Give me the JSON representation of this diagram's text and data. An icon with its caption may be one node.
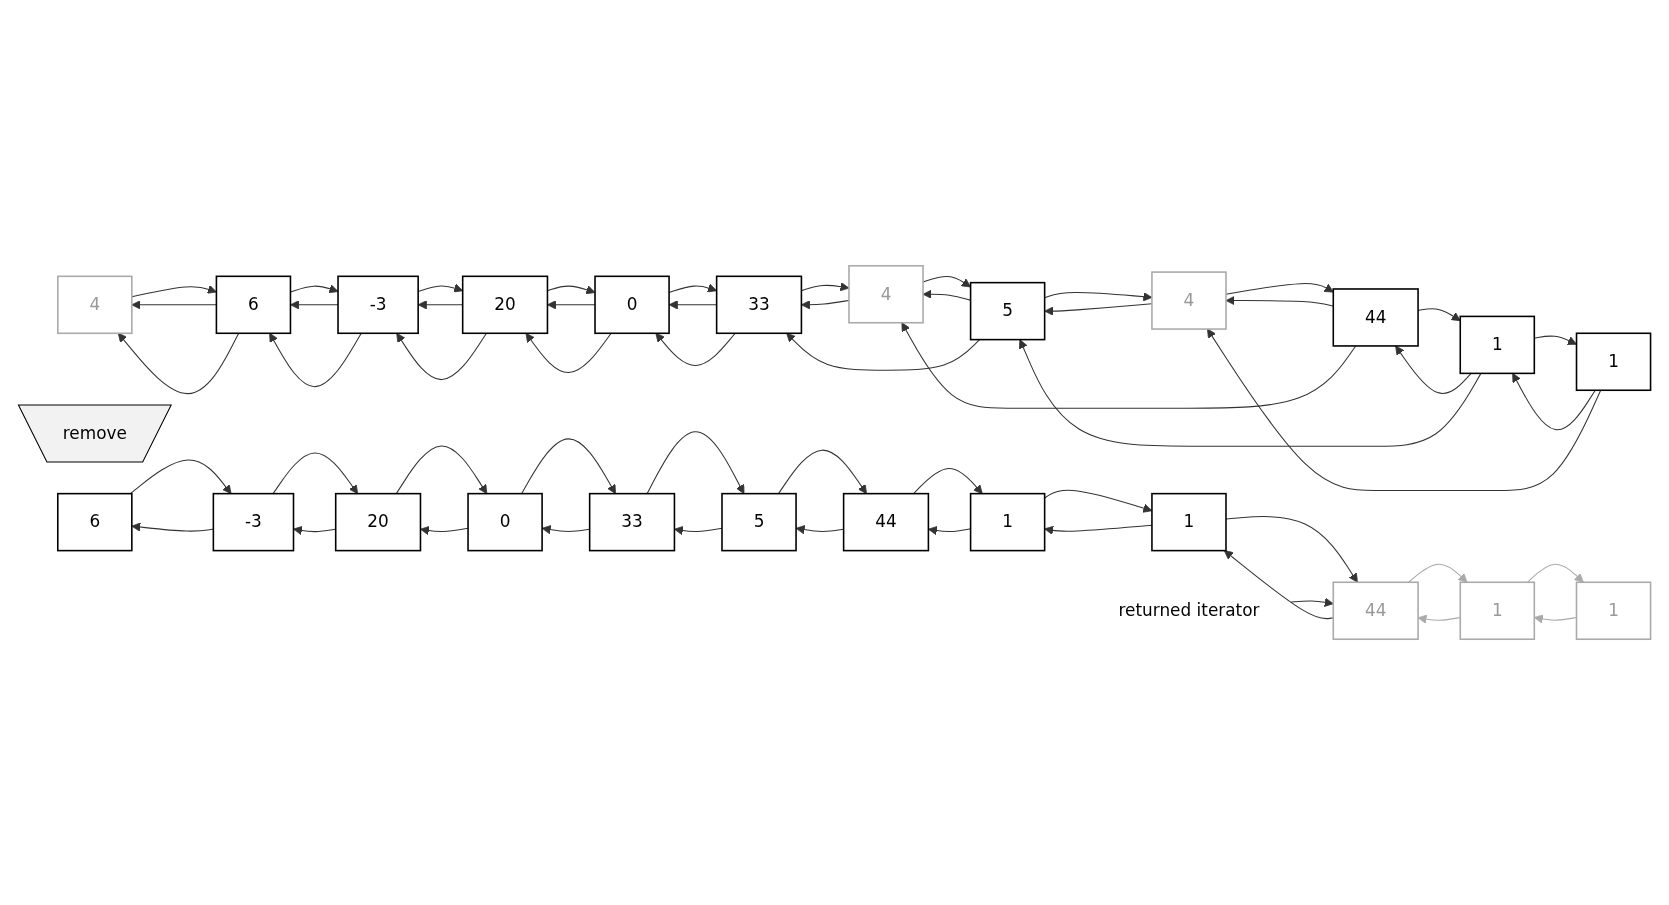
{
  "diagram": {
    "nodes": [
      {
        "text": [
          "4"
        ]
      },
      {
        "text": [
          "6"
        ]
      },
      {
        "text": [
          "-3"
        ]
      },
      {
        "text": [
          "20"
        ]
      },
      {
        "text": [
          "0"
        ]
      },
      {
        "text": [
          "33"
        ]
      },
      {
        "text": [
          "4"
        ]
      },
      {
        "text": [
          "5"
        ]
      },
      {
        "text": [
          "4"
        ]
      },
      {
        "text": [
          "44"
        ]
      },
      {
        "text": [
          "1"
        ]
      },
      {
        "text": [
          "1"
        ]
      },
      {
        "text": [
          "remove"
        ]
      },
      {
        "text": [
          "6"
        ]
      },
      {
        "text": [
          "-3"
        ]
      },
      {
        "text": [
          "20"
        ]
      },
      {
        "text": [
          "0"
        ]
      },
      {
        "text": [
          "33"
        ]
      },
      {
        "text": [
          "5"
        ]
      },
      {
        "text": [
          "44"
        ]
      },
      {
        "text": [
          "1"
        ]
      },
      {
        "text": [
          "1"
        ]
      },
      {
        "text": [
          "44"
        ]
      },
      {
        "text": [
          "1"
        ]
      },
      {
        "text": [
          "1"
        ]
      },
      {
        "text": [
          "returned iterator"
        ]
      }
    ],
    "edges": [
      {
        "from": 0,
        "to": 1,
        "arrow": "to"
      },
      {
        "from": 1,
        "to": 0,
        "arrow": "to"
      },
      {
        "from": 1,
        "to": 2,
        "arrow": "to"
      },
      {
        "from": 2,
        "to": 1,
        "arrow": "to"
      },
      {
        "from": 2,
        "to": 3,
        "arrow": "to"
      },
      {
        "from": 3,
        "to": 2,
        "arrow": "to"
      },
      {
        "from": 3,
        "to": 4,
        "arrow": "to"
      },
      {
        "from": 4,
        "to": 3,
        "arrow": "to"
      },
      {
        "from": 4,
        "to": 5,
        "arrow": "to"
      },
      {
        "from": 5,
        "to": 4,
        "arrow": "to"
      },
      {
        "from": 5,
        "to": 6,
        "arrow": "to"
      },
      {
        "from": 6,
        "to": 5,
        "arrow": "to"
      },
      {
        "from": 6,
        "to": 7,
        "arrow": "to"
      },
      {
        "from": 7,
        "to": 6,
        "arrow": "to"
      },
      {
        "from": 7,
        "to": 8,
        "arrow": "to"
      },
      {
        "from": 8,
        "to": 7,
        "arrow": "to"
      },
      {
        "from": 8,
        "to": 9,
        "arrow": "to"
      },
      {
        "from": 9,
        "to": 8,
        "arrow": "to"
      },
      {
        "from": 9,
        "to": 10,
        "arrow": "to"
      },
      {
        "from": 10,
        "to": 9,
        "arrow": "to"
      },
      {
        "from": 10,
        "to": 11,
        "arrow": "to"
      },
      {
        "from": 11,
        "to": 10,
        "arrow": "to"
      },
      {
        "from": 1,
        "to": 0,
        "arrow": "to"
      },
      {
        "from": 2,
        "to": 1,
        "arrow": "to"
      },
      {
        "from": 3,
        "to": 2,
        "arrow": "to"
      },
      {
        "from": 4,
        "to": 3,
        "arrow": "to"
      },
      {
        "from": 5,
        "to": 4,
        "arrow": "to"
      },
      {
        "from": 7,
        "to": 5,
        "arrow": "to"
      },
      {
        "from": 9,
        "to": 6,
        "arrow": "to"
      },
      {
        "from": 10,
        "to": 7,
        "arrow": "to"
      },
      {
        "from": 11,
        "to": 8,
        "arrow": "to"
      },
      {
        "from": 13,
        "to": 14,
        "arrow": "to"
      },
      {
        "from": 14,
        "to": 13,
        "arrow": "to"
      },
      {
        "from": 14,
        "to": 15,
        "arrow": "to"
      },
      {
        "from": 15,
        "to": 14,
        "arrow": "to"
      },
      {
        "from": 15,
        "to": 16,
        "arrow": "to"
      },
      {
        "from": 16,
        "to": 15,
        "arrow": "to"
      },
      {
        "from": 16,
        "to": 17,
        "arrow": "to"
      },
      {
        "from": 17,
        "to": 16,
        "arrow": "to"
      },
      {
        "from": 17,
        "to": 18,
        "arrow": "to"
      },
      {
        "from": 18,
        "to": 17,
        "arrow": "to"
      },
      {
        "from": 18,
        "to": 19,
        "arrow": "to"
      },
      {
        "from": 19,
        "to": 18,
        "arrow": "to"
      },
      {
        "from": 19,
        "to": 20,
        "arrow": "to"
      },
      {
        "from": 20,
        "to": 19,
        "arrow": "to"
      },
      {
        "from": 20,
        "to": 21,
        "arrow": "to"
      },
      {
        "from": 21,
        "to": 20,
        "arrow": "to"
      },
      {
        "from": 21,
        "to": 22,
        "arrow": "to"
      },
      {
        "from": 22,
        "to": 21,
        "arrow": "to"
      },
      {
        "from": 22,
        "to": 23,
        "arrow": "to",
        "color": "#aaaaaa"
      },
      {
        "from": 23,
        "to": 22,
        "arrow": "to",
        "color": "#aaaaaa"
      },
      {
        "from": 23,
        "to": 24,
        "arrow": "to",
        "color": "#aaaaaa"
      },
      {
        "from": 24,
        "to": 23,
        "arrow": "to",
        "color": "#aaaaaa"
      },
      {
        "from": 25,
        "to": 22,
        "arrow": "to"
      }
    ]
  }
}
